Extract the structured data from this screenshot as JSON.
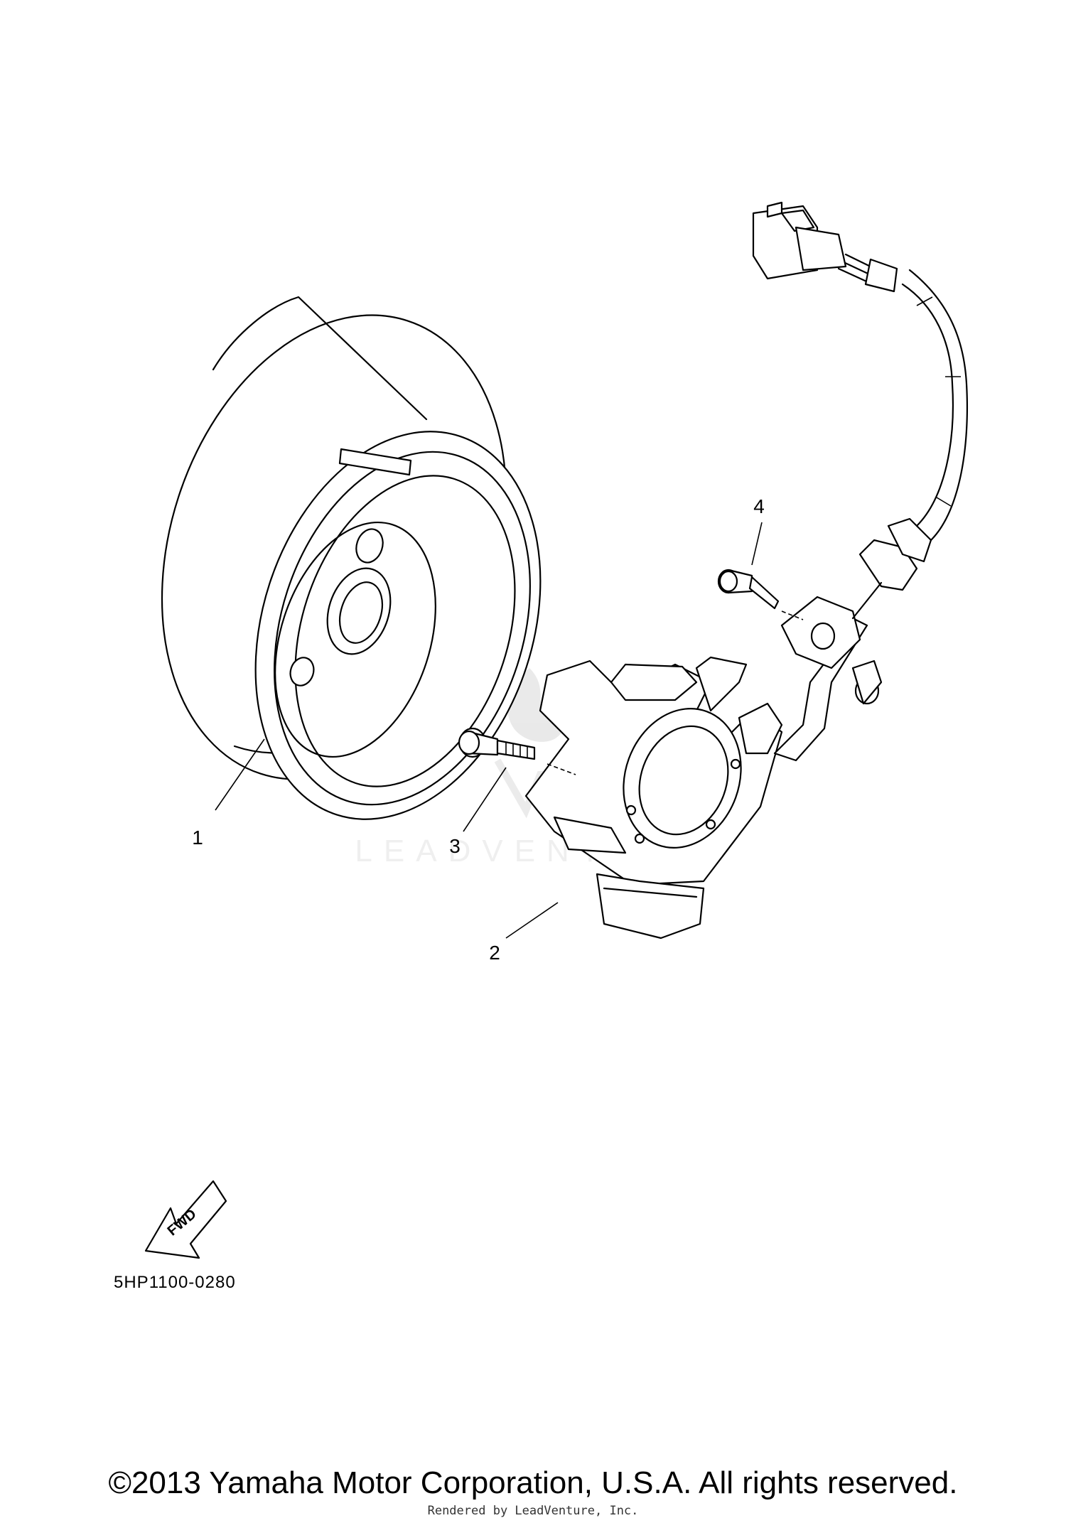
{
  "parts": [
    {
      "ref": "1",
      "name": "rotor"
    },
    {
      "ref": "2",
      "name": "stator"
    },
    {
      "ref": "3",
      "name": "bolt"
    },
    {
      "ref": "4",
      "name": "bolt"
    }
  ],
  "direction_indicator": {
    "text": "FWD",
    "icon": "forward-arrow-icon"
  },
  "diagram_code": "5HP1100-0280",
  "watermark": {
    "brand": "LEADVENTURE",
    "icon": "flame-logo-icon"
  },
  "copyright": "©2013 Yamaha Motor Corporation, U.S.A. All rights reserved.",
  "rendered_by": "Rendered by LeadVenture, Inc."
}
